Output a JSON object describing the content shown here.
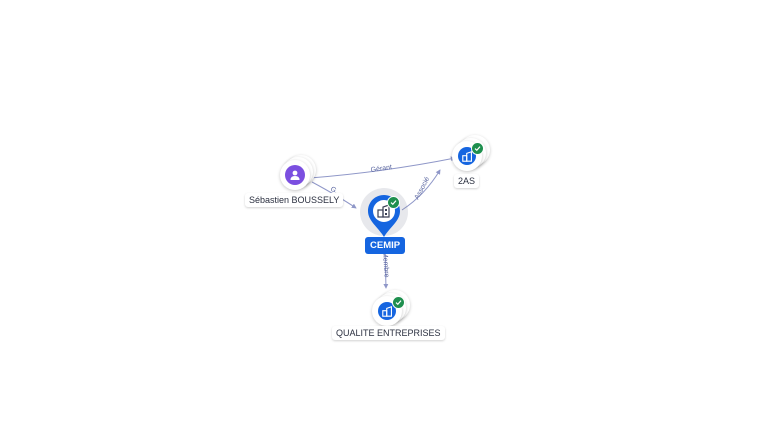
{
  "colors": {
    "accent": "#1565e0",
    "person": "#7b4fe0",
    "verified": "#1e8f4e",
    "edge": "#8f97c8",
    "edge_label": "#5a66a0"
  },
  "nodes": {
    "center": {
      "label": "CEMIP",
      "icon": "building-icon",
      "verified": true
    },
    "person": {
      "label": "Sébastien BOUSSELY",
      "icon": "person-icon"
    },
    "company_2as": {
      "label": "2AS",
      "icon": "building-icon",
      "verified": true
    },
    "company_qualite": {
      "label": "QUALITE ENTREPRISES",
      "icon": "building-icon",
      "verified": true
    }
  },
  "edges": {
    "gerant": {
      "label": "Gérant"
    },
    "associe": {
      "label": "Associé"
    },
    "membre": {
      "label": "Membre"
    },
    "person_center": {
      "label": "G..."
    }
  }
}
